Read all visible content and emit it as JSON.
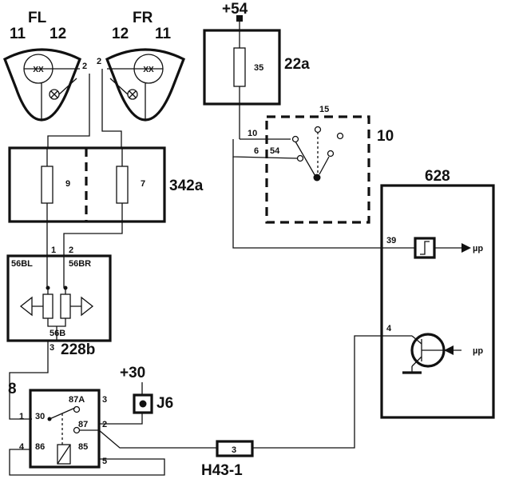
{
  "lamps": {
    "fl": {
      "name": "FL",
      "pin_left": "11",
      "pin_right": "12",
      "pin_out": "2"
    },
    "fr": {
      "name": "FR",
      "pin_left": "12",
      "pin_right": "11",
      "pin_out": "2"
    }
  },
  "supplies": {
    "s54": "+54",
    "s30": "+30"
  },
  "fuse_box_22a": {
    "id": "22a",
    "fuse": "35"
  },
  "switch_10": {
    "id": "10",
    "pin_15": "15",
    "pin_10": "10",
    "pin_6": "6",
    "pin_54": "54"
  },
  "fuse_box_342a": {
    "id": "342a",
    "fuse_left": "9",
    "fuse_right": "7",
    "pin_1": "1",
    "pin_2": "2"
  },
  "module_228b": {
    "id": "228b",
    "pin_bl": "56BL",
    "pin_br": "56BR",
    "pin_b": "56B",
    "pin_3": "3"
  },
  "relay": {
    "connector": "8",
    "pin_87a": "87A",
    "pin_3": "3",
    "pin_1": "1",
    "pin_30": "30",
    "pin_87": "87",
    "pin_2": "2",
    "pin_4": "4",
    "pin_86": "86",
    "pin_85": "85",
    "pin_5": "5"
  },
  "connector_j6": {
    "id": "J6"
  },
  "connector_h43": {
    "id": "H43-1",
    "pin": "3"
  },
  "ecu_628": {
    "id": "628",
    "pin_39": "39",
    "pin_4": "4",
    "out_1": "µp",
    "out_2": "µp"
  }
}
